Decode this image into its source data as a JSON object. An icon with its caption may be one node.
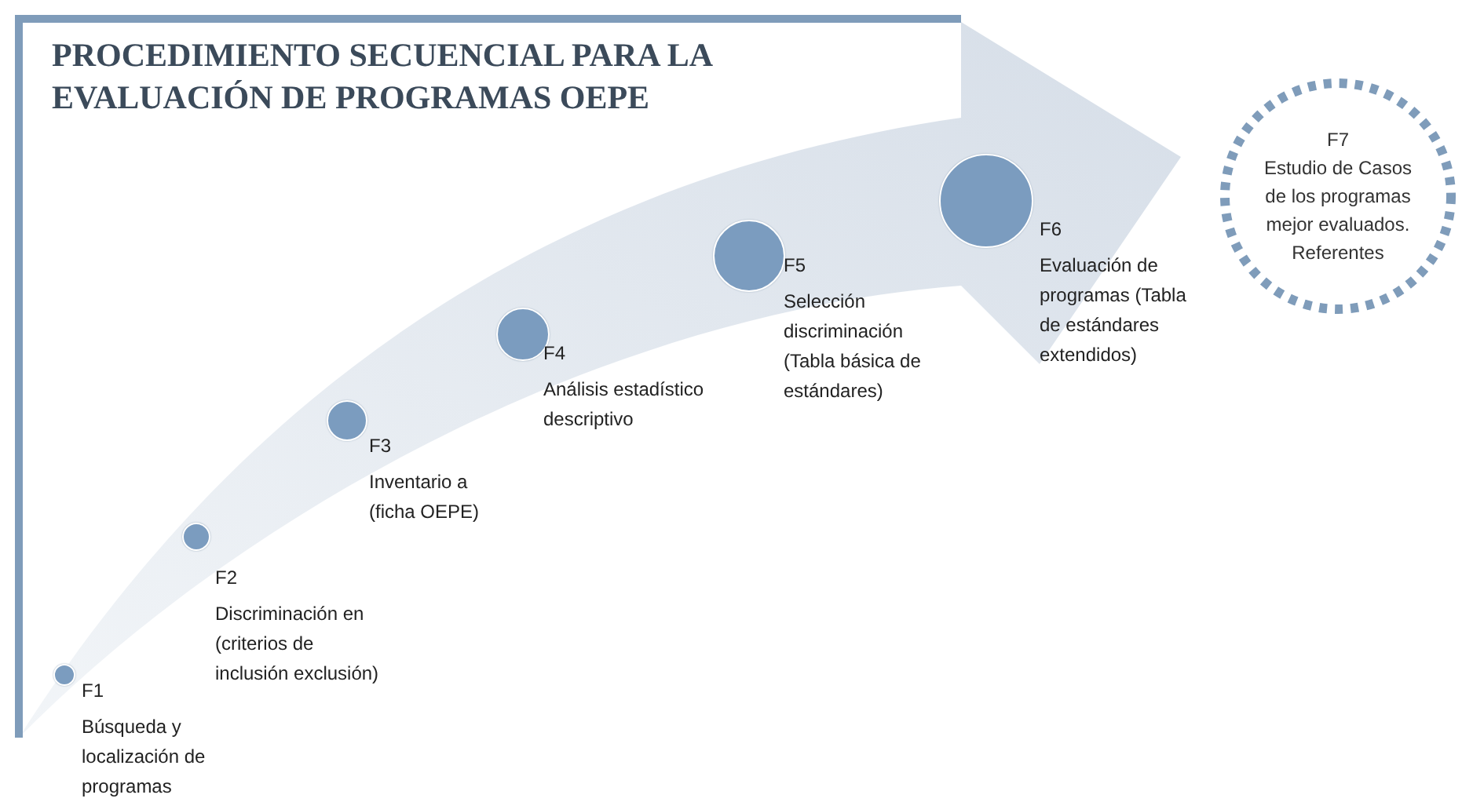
{
  "diagram": {
    "title": "PROCEDIMIENTO SECUENCIAL PARA LA EVALUACIÓN DE PROGRAMAS OEPE",
    "nodes": [
      {
        "text": [],
        "shape": "circle",
        "beside": [
          "F1",
          "Búsqueda y localización de programas"
        ]
      },
      {
        "text": [],
        "shape": "circle",
        "beside": [
          "F2",
          "Discriminación en (criterios de inclusión exclusión)"
        ]
      },
      {
        "text": [],
        "shape": "circle",
        "beside": [
          "F3",
          "Inventario a (ficha OEPE)"
        ]
      },
      {
        "text": [],
        "shape": "circle",
        "beside": [
          "F4",
          "Análisis estadístico descriptivo"
        ]
      },
      {
        "text": [],
        "shape": "circle",
        "beside": [
          "F5",
          "Selección discriminación (Tabla básica de estándares)"
        ]
      },
      {
        "text": [],
        "shape": "circle",
        "beside": [
          "F6",
          "Evaluación de programas (Tabla de estándares extendidos)"
        ]
      },
      {
        "text": [
          "F7",
          "Estudio de Casos de los programas mejor evaluados. Referentes"
        ]
      }
    ]
  }
}
